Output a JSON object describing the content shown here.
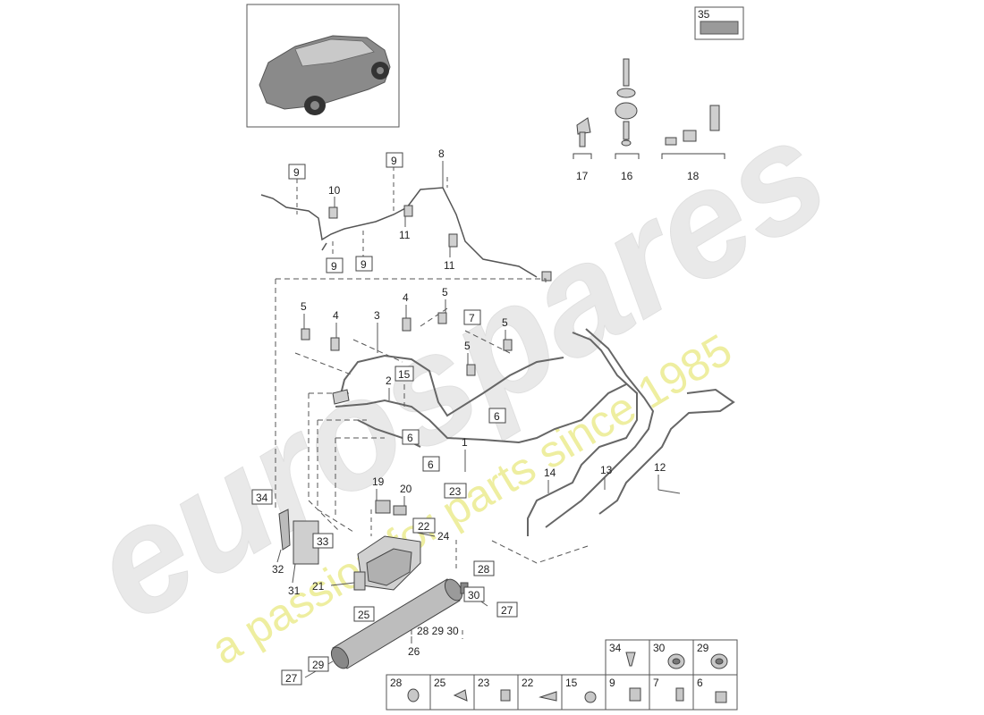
{
  "watermark": {
    "brand": "eurospares",
    "tagline": "a passion for parts since 1985"
  },
  "callouts": {
    "n1": "1",
    "n2": "2",
    "n3": "3",
    "n4a": "4",
    "n4b": "4",
    "n5a": "5",
    "n5b": "5",
    "n5c": "5",
    "n5d": "5",
    "n8": "8",
    "n10": "10",
    "n11a": "11",
    "n11b": "11",
    "n12": "12",
    "n13": "13",
    "n14": "14",
    "n16": "16",
    "n17": "17",
    "n18": "18",
    "n19": "19",
    "n20": "20",
    "n21": "21",
    "n24": "24",
    "n26": "26",
    "n26sub": "28 29 30",
    "n31": "31",
    "n32": "32"
  },
  "boxed": {
    "b35": "35",
    "b9a": "9",
    "b9b": "9",
    "b9c": "9",
    "b9d": "9",
    "b7": "7",
    "b15": "15",
    "b6a": "6",
    "b6b": "6",
    "b6c": "6",
    "b23": "23",
    "b22": "22",
    "b34": "34",
    "b33": "33",
    "b25": "25",
    "b28": "28",
    "b30": "30",
    "b27a": "27",
    "b27b": "27",
    "b29": "29"
  },
  "legend": {
    "row1": [
      "34",
      "30",
      "29"
    ],
    "row2": [
      "28",
      "25",
      "23",
      "22",
      "15",
      "9",
      "7",
      "6"
    ]
  },
  "colors": {
    "line": "#444444",
    "part_fill": "#dcdcdc",
    "watermark": "#e6e6e6",
    "watermark_tagline": "#ecec9a"
  }
}
